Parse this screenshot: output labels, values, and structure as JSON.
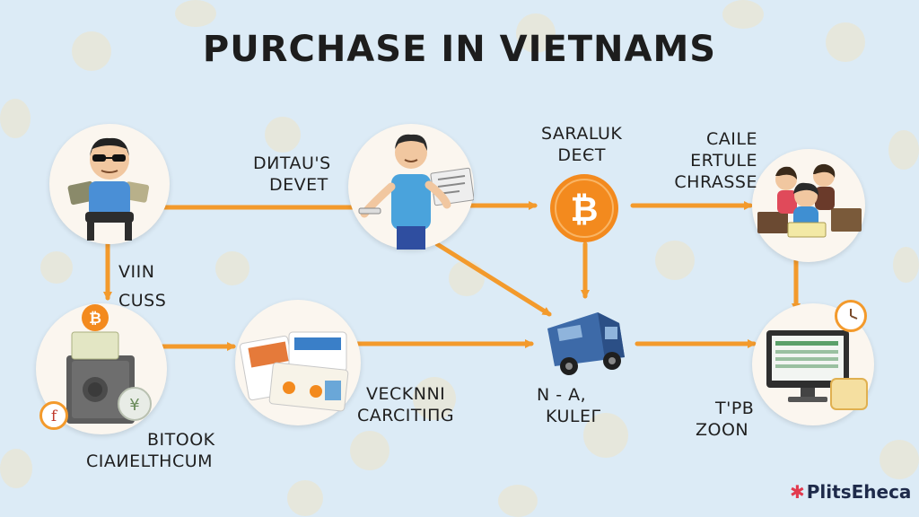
{
  "title": "PURCHASE IN VIETNAMS",
  "labels": {
    "a": [
      "DИTAU'S",
      "DEVET"
    ],
    "b": [
      "SARALUK",
      "DEЄT"
    ],
    "c": [
      "CAILE",
      "ERTULE",
      "CHRASSE"
    ],
    "d": [
      "VIIN",
      "CUSS"
    ],
    "e": [
      "VECKNNI",
      "CARCITIΠG"
    ],
    "f": [
      "N - A,",
      "KULEΓ"
    ],
    "g": [
      "T'PB",
      "ZOON"
    ],
    "h": [
      "BITOOK",
      "CIAИELTHCUM"
    ]
  },
  "logo": "PlitsEheca",
  "icons": {
    "bitcoin": "bitcoin-icon",
    "van": "van-icon",
    "monitor": "monitor-icon",
    "safe": "safe-icon"
  },
  "colors": {
    "arrow": "#f39a2c",
    "bitcoin": "#f38a1e",
    "background": "#dcebf6"
  }
}
